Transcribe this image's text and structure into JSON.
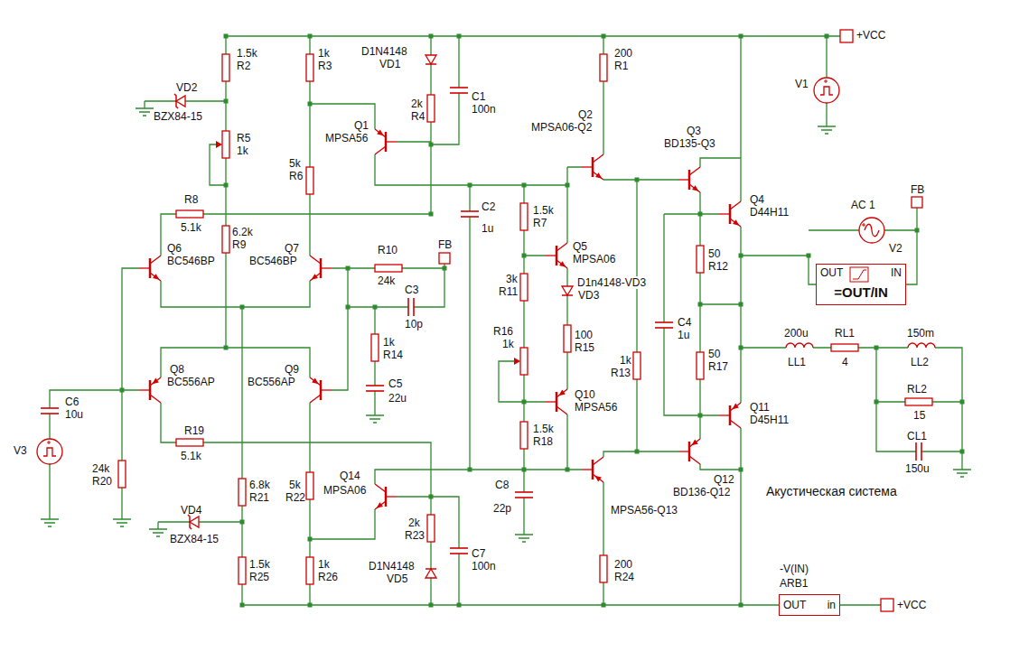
{
  "diagram": {
    "nodes": [
      {
        "text": [
          "OUT",
          "IN",
          "=OUT/IN"
        ]
      },
      {
        "text": [
          "-V(IN)",
          "ARB1",
          "OUT",
          "in"
        ]
      }
    ],
    "labels": [
      "1.5k",
      "R2",
      "1k",
      "R3",
      "D1N4148",
      "VD1",
      "200",
      "R1",
      "+VCC",
      "V1",
      "VD2",
      "BZX84-15",
      "2k",
      "R4",
      "C1",
      "100n",
      "Q1",
      "MPSA56",
      "R5",
      "1k",
      "Q2",
      "MPSA06-Q2",
      "Q3",
      "BD135-Q3",
      "5k",
      "R6",
      "R8",
      "5.1k",
      "C2",
      "1u",
      "1.5k",
      "R7",
      "Q4",
      "D44H11",
      "AC 1",
      "FB",
      "V2",
      "6.2k",
      "R9",
      "Q6",
      "BC546BP",
      "Q7",
      "BC546BP",
      "R10",
      "24k",
      "FB",
      "Q5",
      "MPSA06",
      "50",
      "R12",
      "3k",
      "R11",
      "D1n4148-VD3",
      "VD3",
      "C3",
      "10p",
      "C4",
      "1u",
      "50",
      "R17",
      "1k",
      "R14",
      "R16",
      "1k",
      "100",
      "R15",
      "1k",
      "R13",
      "200u",
      "LL1",
      "RL1",
      "4",
      "150m",
      "LL2",
      "C5",
      "22u",
      "Q8",
      "BC556AP",
      "Q9",
      "BC556AP",
      "Q10",
      "MPSA56",
      "Q11",
      "D45H11",
      "RL2",
      "15",
      "C6",
      "10u",
      "R19",
      "5.1k",
      "1.5k",
      "R18",
      "V3",
      "CL1",
      "150u",
      "Q12",
      "BD136-Q12",
      "24k",
      "R20",
      "6.8k",
      "R21",
      "5k",
      "R22",
      "Q14",
      "MPSA06",
      "C8",
      "22p",
      "MPSA56-Q13",
      "Акустическая система",
      "2k",
      "R23",
      "VD4",
      "BZX84-15",
      "C7",
      "100n",
      "1.5k",
      "R25",
      "1k",
      "R26",
      "D1N4148",
      "VD5",
      "200",
      "R24",
      "+VCC"
    ]
  }
}
